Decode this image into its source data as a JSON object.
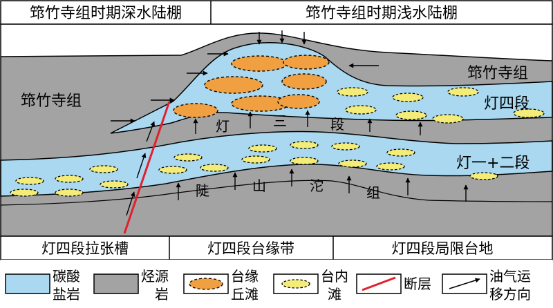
{
  "header": {
    "deep_shelf": "筇竹寺组时期深水陆棚",
    "shallow_shelf": "筇竹寺组时期浅水陆棚"
  },
  "labels": {
    "qiongzhusi_left": "筇竹寺组",
    "qiongzhusi_right": "筇竹寺组",
    "deng_four": "灯四段",
    "deng_three": [
      "灯",
      "三",
      "段"
    ],
    "deng_one_two": "灯一+二段",
    "lushantuo": [
      "陡",
      "山",
      "沱",
      "组"
    ]
  },
  "footer": {
    "rift_trough": "灯四段拉张槽",
    "platform_margin": "灯四段台缘带",
    "restricted_platform": "灯四段局限台地"
  },
  "legend": [
    {
      "symbol": "carbonate-swatch",
      "lines": [
        "碳酸",
        "盐岩"
      ]
    },
    {
      "symbol": "source-rock-swatch",
      "lines": [
        "烃源",
        "岩"
      ]
    },
    {
      "symbol": "margin-shoal-swatch",
      "lines": [
        "台缘",
        "丘滩"
      ]
    },
    {
      "symbol": "inner-shoal-swatch",
      "lines": [
        "台内",
        "滩"
      ]
    },
    {
      "symbol": "fault-line",
      "lines": [
        "断层"
      ]
    },
    {
      "symbol": "migration-arrow",
      "lines": [
        "油气运",
        "移方向"
      ]
    }
  ],
  "colors": {
    "carbonate": "#a9d8f0",
    "source_rock": "#a3a3a3",
    "margin_shoal": "#f0a040",
    "inner_shoal": "#f4ec78",
    "fault": "#e0202c"
  }
}
